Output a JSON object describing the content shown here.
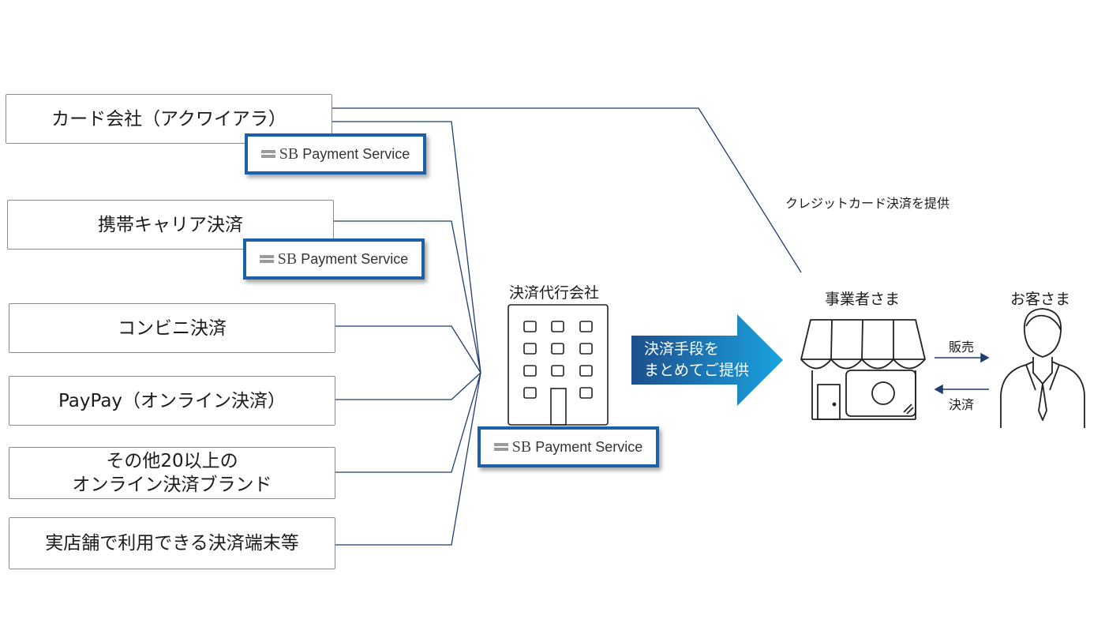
{
  "methods": [
    {
      "lines": [
        "カード会社（アクワイアラ）"
      ]
    },
    {
      "lines": [
        "携帯キャリア決済"
      ]
    },
    {
      "lines": [
        "コンビニ決済"
      ]
    },
    {
      "lines": [
        "PayPay（オンライン決済）"
      ]
    },
    {
      "lines": [
        "その他20以上の",
        "オンライン決済ブランド"
      ]
    },
    {
      "lines": [
        "実店舗で利用できる決済端末等"
      ]
    }
  ],
  "sbps_logo": {
    "mark": "SB",
    "text": "Payment Service"
  },
  "agency": {
    "label": "決済代行会社"
  },
  "arrow": {
    "line1": "決済手段を",
    "line2": "まとめてご提供",
    "color_start": "#1d4f8c",
    "color_end": "#1aa3e0"
  },
  "credit_note": "クレジットカード決済を提供",
  "merchant": {
    "label": "事業者さま"
  },
  "customer": {
    "label": "お客さま"
  },
  "flows": {
    "sell": "販売",
    "pay": "決済"
  },
  "colors": {
    "line": "#1f3d6e",
    "sbps_border": "#1d5fa8"
  }
}
